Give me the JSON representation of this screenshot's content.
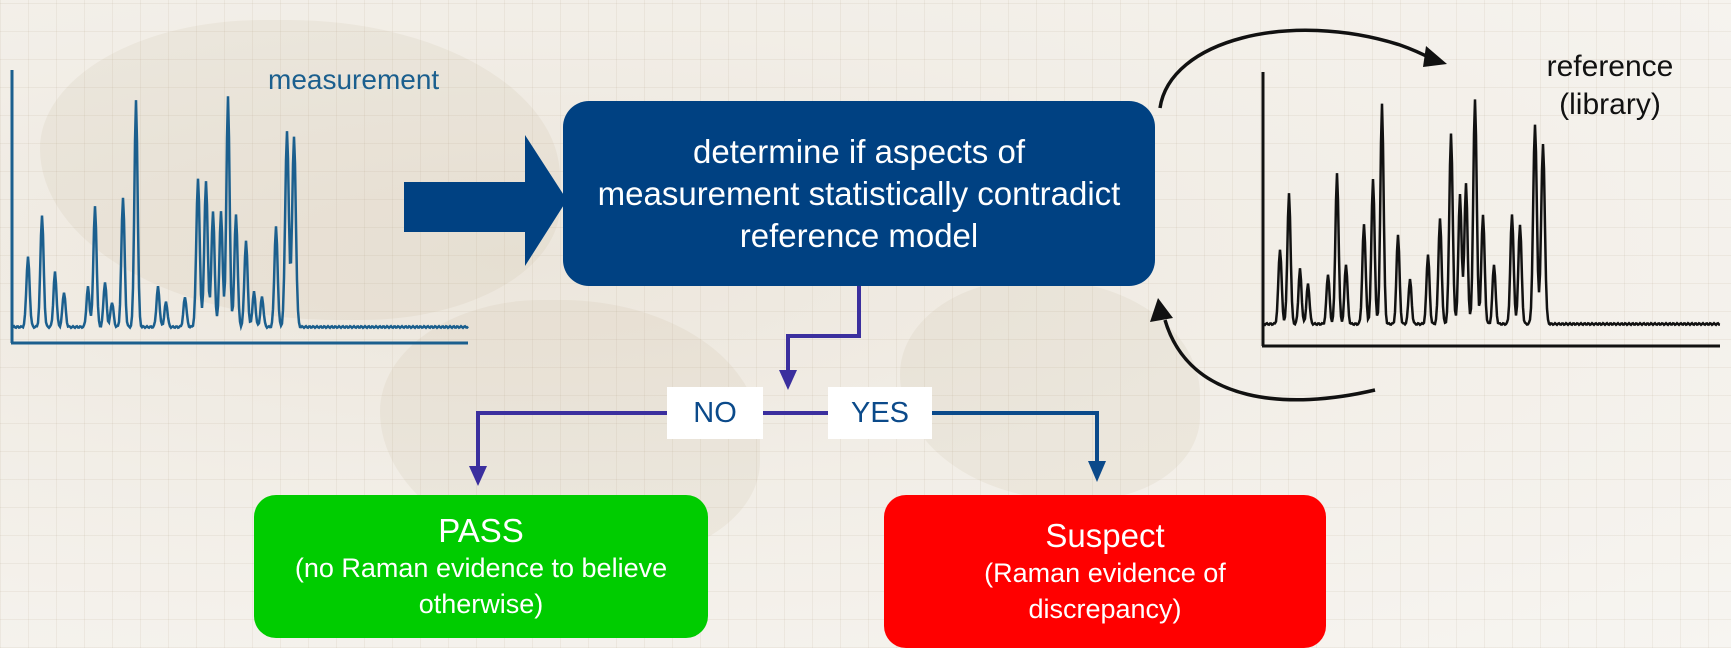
{
  "measurement": {
    "label": "measurement",
    "color": "#1b5f8e"
  },
  "reference": {
    "label": "reference (library)",
    "color": "#111111"
  },
  "decision": {
    "text": "determine if aspects of measurement statistically contradict reference model",
    "color": "#004182"
  },
  "branches": {
    "no": "NO",
    "yes": "YES",
    "connector_color": "#3b2f9e",
    "yes_color": "#0b4a8a"
  },
  "pass": {
    "title": "PASS",
    "detail": "(no Raman evidence to believe otherwise)",
    "color": "#00cc00"
  },
  "suspect": {
    "title": "Suspect",
    "detail": "(Raman evidence of discrepancy)",
    "color": "#ff0000"
  }
}
